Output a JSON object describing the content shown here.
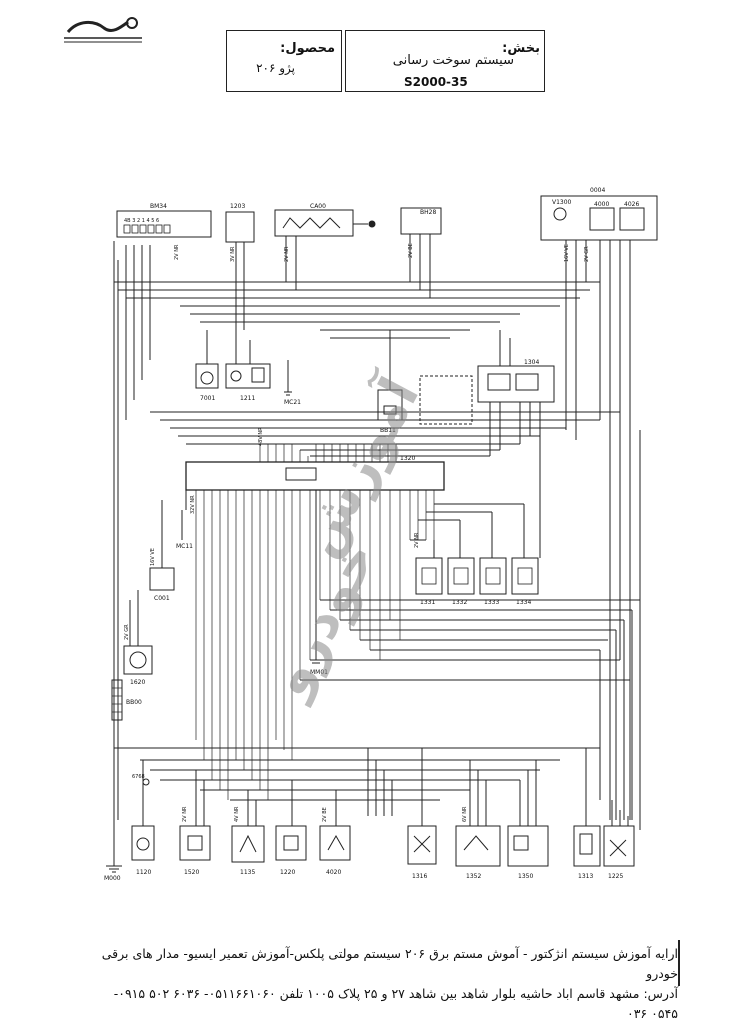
{
  "header": {
    "section_label": "بخش:",
    "section_value": "سیستم سوخت رسانی",
    "diagram_code": "S2000-35",
    "product_label": "محصول:",
    "product_value": "پژو ۲۰۶"
  },
  "watermark": {
    "text_line1": "آموزش",
    "text_line2": "خودرو",
    "color": "#8a8a8a"
  },
  "components": {
    "top": [
      {
        "id": "c-bm34",
        "code": "BM34"
      },
      {
        "id": "c-1203",
        "code": "1203"
      },
      {
        "id": "c-ca00",
        "code": "CA00"
      },
      {
        "id": "c-bh28",
        "code": "BH28"
      },
      {
        "id": "c-0004",
        "code": "0004"
      },
      {
        "id": "c-v1300",
        "code": "V1300"
      },
      {
        "id": "c-4000",
        "code": "4000"
      },
      {
        "id": "c-4026",
        "code": "4026"
      }
    ],
    "mid": [
      {
        "id": "c-7001",
        "code": "7001"
      },
      {
        "id": "c-1211",
        "code": "1211"
      },
      {
        "id": "c-mc21",
        "code": "MC21"
      },
      {
        "id": "c-1304",
        "code": "1304"
      },
      {
        "id": "c-bb11",
        "code": "BB11"
      },
      {
        "id": "c-1320",
        "code": "1320"
      },
      {
        "id": "c-mc11",
        "code": "MC11"
      },
      {
        "id": "c-c001",
        "code": "C001"
      },
      {
        "id": "c-1331",
        "code": "1331"
      },
      {
        "id": "c-1332",
        "code": "1332"
      },
      {
        "id": "c-1333",
        "code": "1333"
      },
      {
        "id": "c-1334",
        "code": "1334"
      },
      {
        "id": "c-1620",
        "code": "1620"
      },
      {
        "id": "c-bb00",
        "code": "BB00"
      },
      {
        "id": "c-mm01",
        "code": "MM01"
      }
    ],
    "bottom": [
      {
        "id": "c-m000",
        "code": "M000"
      },
      {
        "id": "c-1120",
        "code": "1120"
      },
      {
        "id": "c-1520",
        "code": "1520"
      },
      {
        "id": "c-1135",
        "code": "1135"
      },
      {
        "id": "c-1220",
        "code": "1220"
      },
      {
        "id": "c-4020",
        "code": "4020"
      },
      {
        "id": "c-1316",
        "code": "1316"
      },
      {
        "id": "c-1352",
        "code": "1352"
      },
      {
        "id": "c-1350",
        "code": "1350"
      },
      {
        "id": "c-1313",
        "code": "1313"
      },
      {
        "id": "c-1225",
        "code": "1225"
      }
    ]
  },
  "connector_labels": {
    "bm34_pins": "4B 3 2 1 4 5 6",
    "nr_2v": "2V NR",
    "nr_3v": "3V NR",
    "nr_4v": "4V NR",
    "be_2v": "2V BE",
    "gr_2v": "2V GR",
    "nr_6v": "6V NR",
    "ve_16v": "16V VE",
    "nr_32v": "32V NR",
    "nr_48v": "48V NR",
    "gr_48v": "48V GR",
    "num_1211": "1211",
    "num_1320a": "1320",
    "num_6768": "6768",
    "num_1313": "1313",
    "num_4000": "4000"
  },
  "footer": {
    "line1": "ارایه آموزش سیستم انژکتور - آموش مستم برق ۲۰۶ سیستم مولتی پلکس-آموزش تعمیر ایسیو- مدار های برقی خودرو",
    "line2": "آدرس: مشهد قاسم اباد حاشیه بلوار شاهد بین شاهد ۲۷ و ۲۵ پلاک ۱۰۰۵ تلفن ۰۵۱۱۶۶۱۰۶۰- ۶۰۳۶ ۵۰۲ ۰۹۱۵- ۰۵۴۵ ۰۳۶"
  }
}
